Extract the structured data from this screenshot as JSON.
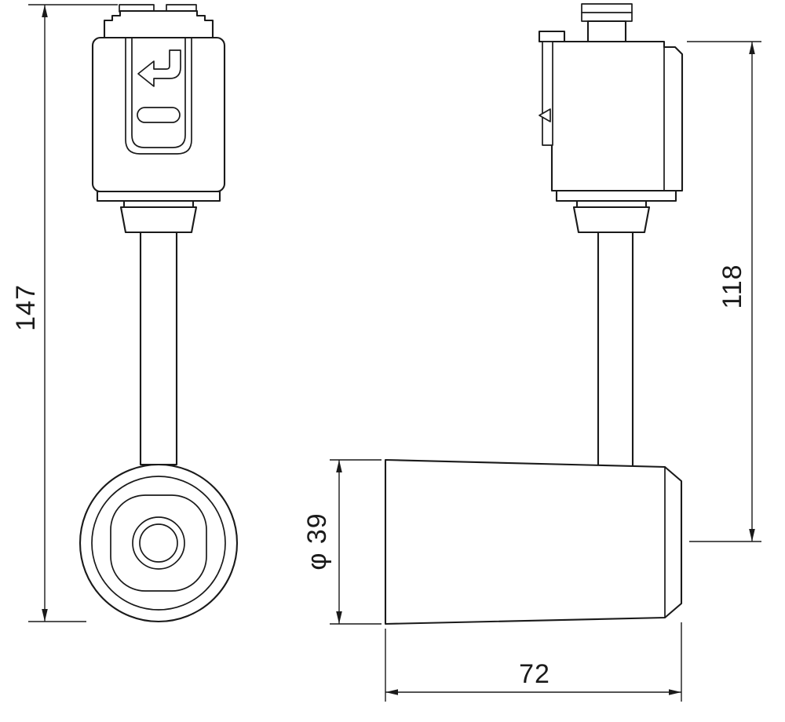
{
  "drawing": {
    "background_color": "#ffffff",
    "line_color": "#1a1a1a",
    "dim_labels": {
      "overall_height": "147",
      "adapter_to_head_axis": "118",
      "head_diameter": "φ 39",
      "head_length": "72"
    }
  }
}
